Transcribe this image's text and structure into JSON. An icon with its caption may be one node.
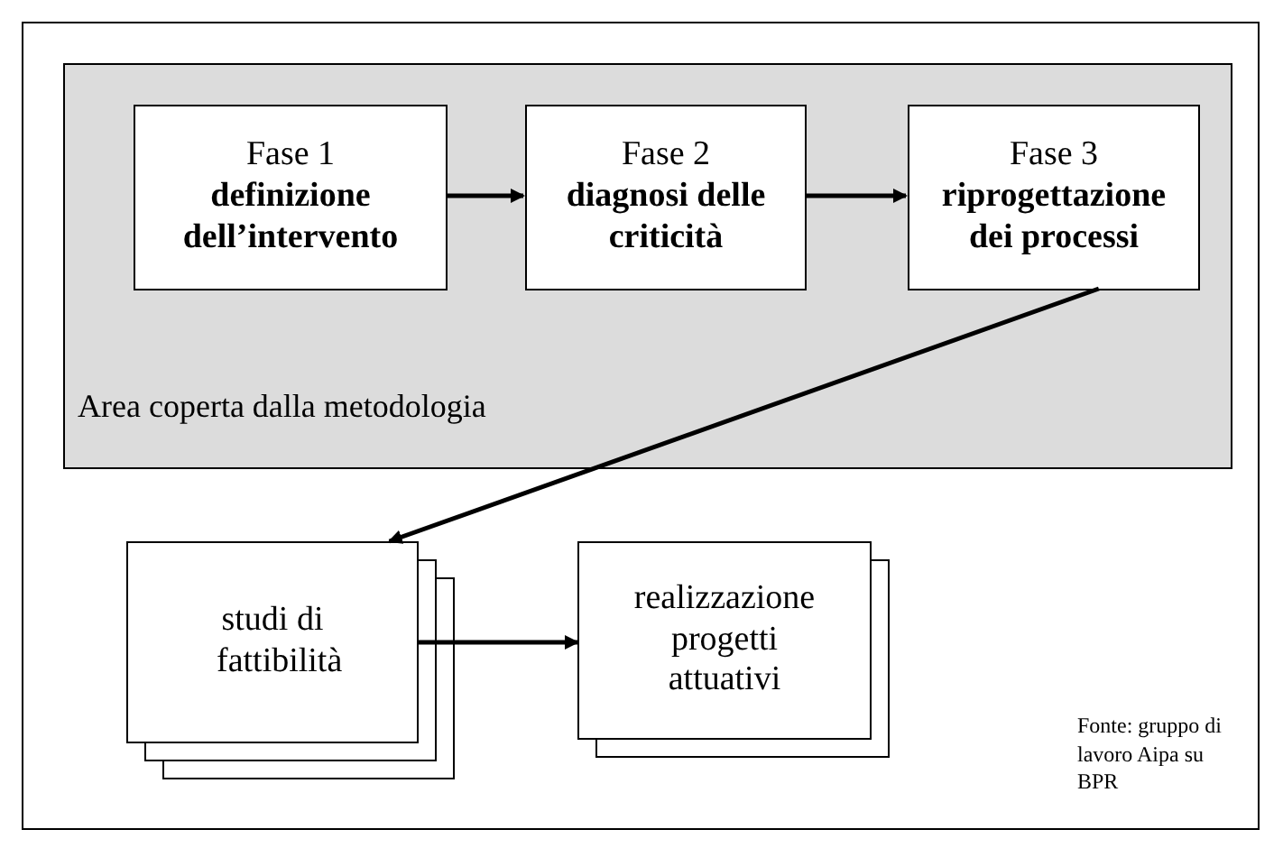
{
  "diagram": {
    "nodes": [
      {
        "text": [
          "Area coperta dalla metodologia"
        ]
      },
      {
        "text": [
          "Fase 1",
          "definizione dell’intervento"
        ],
        "in": 0
      },
      {
        "text": [
          "Fase 2",
          "diagnosi delle criticità"
        ],
        "in": 0
      },
      {
        "text": [
          "Fase 3",
          "riprogettazione dei processi"
        ],
        "in": 0
      },
      {
        "text": [
          "studi di fattibilità"
        ]
      },
      {
        "text": [
          "realizzazione progetti attuativi"
        ]
      }
    ],
    "edges": [
      {
        "from": 1,
        "to": 2,
        "arrow": "to"
      },
      {
        "from": 2,
        "to": 3,
        "arrow": "to"
      },
      {
        "from": 3,
        "to": 4,
        "arrow": "to"
      },
      {
        "from": 4,
        "to": 5,
        "arrow": "to"
      }
    ],
    "labels": [
      "Fonte: gruppo di lavoro Aipa su BPR"
    ]
  }
}
